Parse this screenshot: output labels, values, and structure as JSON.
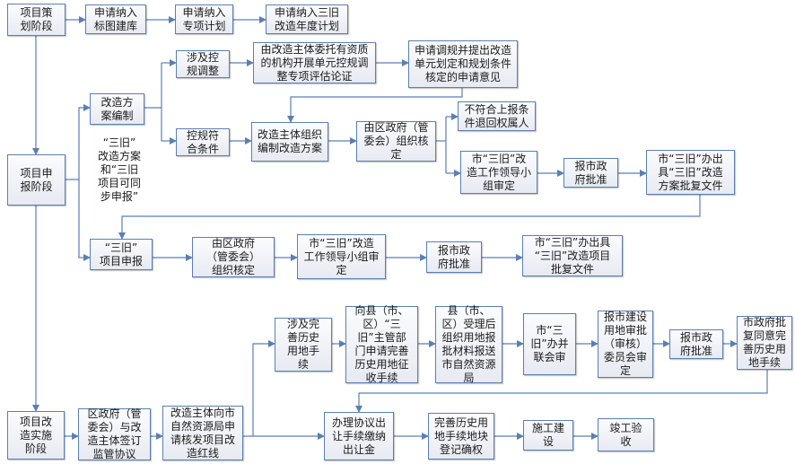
{
  "boxes": {
    "b1": "项目策\n划阶段",
    "b2": "申请纳入\n标图建库",
    "b3": "申请纳入\n专项计划",
    "b4": "申请纳入三旧\n改造年度计划",
    "b5": "项目申\n报阶段",
    "b6": "改造方\n案编制",
    "b7": "涉及控\n规调整",
    "b8": "由改造主体委托有资质\n的机构开展单元控规调\n整专项评估论证",
    "b9": "申请调规并提出改造\n单元划定和规划条件\n核定的申请意见",
    "b10": "控规符\n合条件",
    "b11": "改造主体组织\n编制改造方案",
    "b12": "由区政府（管\n委会）组织核\n定",
    "b13": "不符合上报条\n件退回权属人",
    "b14": "市“三旧”改\n造工作领导小\n组审定",
    "b15": "报市政\n府批准",
    "b16": "市“三旧”办出\n具“三旧”改造\n方案批复文件",
    "b17": "“三旧”\n项目申报",
    "b18": "由区政府\n（管委会）\n组织核定",
    "b19": "市“三旧”改造\n工作领导小组审\n定",
    "b20": "报市政\n府批准",
    "b21": "市“三旧”办出具\n“三旧”改造项目\n批复文件",
    "b22": "涉及完\n善历史\n用地手\n续",
    "b23": "向县（市、\n区）“三\n旧”主管部\n门申请完善\n历史用地征\n收手续",
    "b24": "县（市、\n区）受理后\n组织用地报\n批材料报送\n市自然资源\n局",
    "b25": "市“三\n旧”办并\n联会审",
    "b26": "报市建设\n用地审批\n（审核）\n委员会审\n定",
    "b27": "报市政\n府批准",
    "b28": "市政府批\n复同意完\n善历史用\n地手续",
    "b29": "项目改\n造实施\n阶段",
    "b30": "区政府（管\n委会）与改\n造主体签订\n监管协议",
    "b31": "改造主体向市\n自然资源局申\n请核发项目改\n造红线",
    "b32": "办理协议出\n让手续缴纳\n出让金",
    "b33": "完善历史用\n地手续地块\n登记确权",
    "b34": "施工建\n设",
    "b35": "竣工验\n收"
  },
  "note": "“三旧”\n改造方案\n和“三旧\n项目可同\n步申报”",
  "colors": {
    "line": "#5b7fb3",
    "border": "#5b7fb3"
  }
}
